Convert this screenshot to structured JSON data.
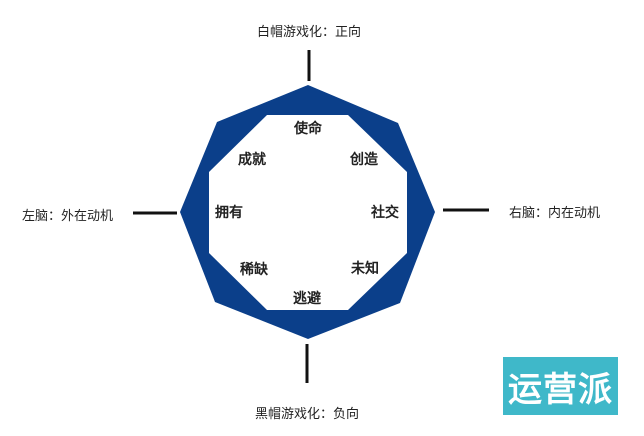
{
  "axes": {
    "top": "白帽游戏化：正向",
    "bottom": "黑帽游戏化：负向",
    "left": "左脑：外在动机",
    "right": "右脑：内在动机"
  },
  "core_drives": {
    "top": "使命",
    "top_right": "创造",
    "right": "社交",
    "bottom_right": "未知",
    "bottom": "逃避",
    "bottom_left": "稀缺",
    "left": "拥有",
    "top_left": "成就"
  },
  "logo": {
    "text": "运营派"
  },
  "colors": {
    "octagon": "#0b3f8a",
    "logo_bg": "#3fb8c9",
    "line": "#111111"
  }
}
